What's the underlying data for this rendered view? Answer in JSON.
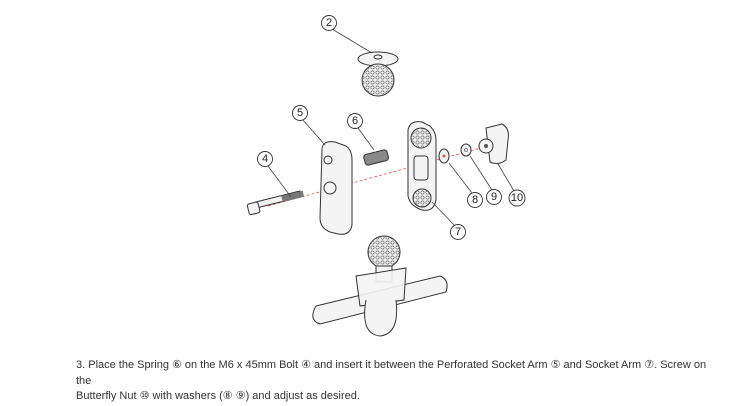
{
  "callouts": {
    "c2": "2",
    "c4": "4",
    "c5": "5",
    "c6": "6",
    "c7": "7",
    "c8": "8",
    "c9": "9",
    "c10": "10"
  },
  "instruction": {
    "line1": "3. Place the Spring ⑥ on the M6 x 45mm Bolt ④ and insert it between the Perforated Socket Arm ⑤ and Socket Arm ⑦. Screw on the",
    "line2": "Butterfly Nut ⑩ with washers (⑧ ⑨) and adjust as desired."
  },
  "colors": {
    "axis_line": "#e05a5a",
    "stroke": "#333333"
  }
}
